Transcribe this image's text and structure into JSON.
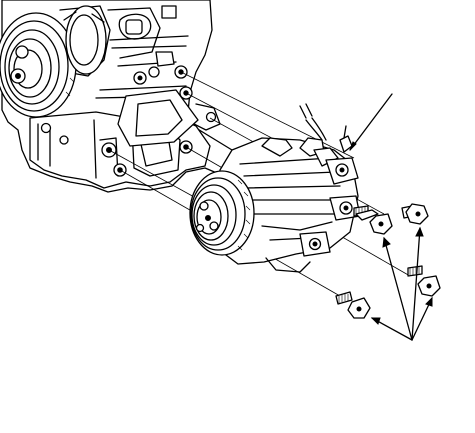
{
  "figure": {
    "labels": []
  },
  "parts": {
    "engine": "engine-block",
    "compressor": "ac-compressor",
    "clutch_pulley": "compressor-clutch-pulley",
    "engine_pulley": "crankshaft-pulley",
    "bolts": [
      "upper-bolt",
      "middle-bolt",
      "lower-bolt",
      "front-bolt"
    ]
  },
  "colors": {
    "line": "#000000",
    "background": "#ffffff"
  }
}
